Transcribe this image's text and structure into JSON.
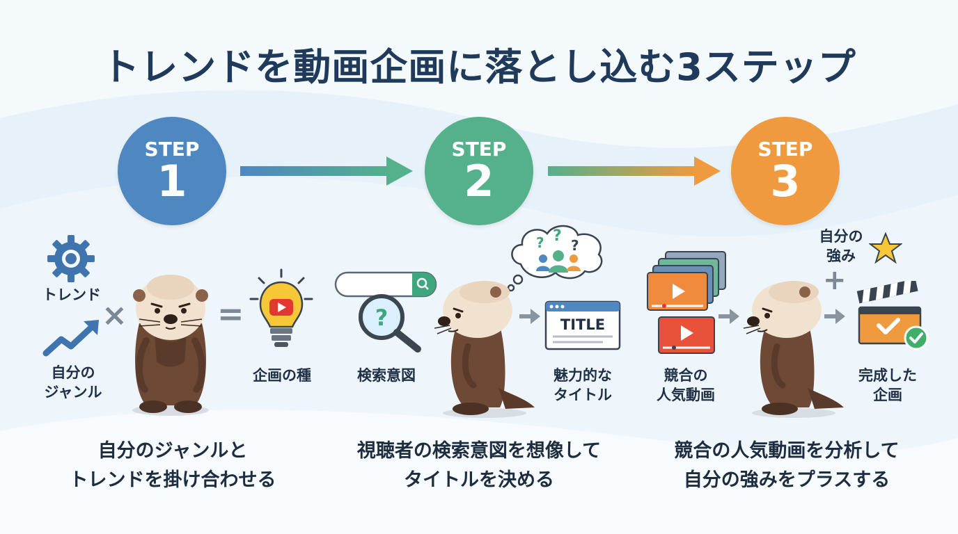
{
  "title": "トレンドを動画企画に落とし込む3ステップ",
  "steps": [
    {
      "word": "STEP",
      "number": "1",
      "color": "#4f87c1",
      "labels": {
        "trend": "トレンド",
        "genre_line1": "自分の",
        "genre_line2": "ジャンル",
        "seed": "企画の種"
      },
      "caption_line1": "自分のジャンルと",
      "caption_line2": "トレンドを掛け合わせる"
    },
    {
      "word": "STEP",
      "number": "2",
      "color": "#55b08c",
      "labels": {
        "search_intent": "検索意図",
        "title_card": "TITLE",
        "attractive_line1": "魅力的な",
        "attractive_line2": "タイトル"
      },
      "caption_line1": "視聴者の検索意図を想像して",
      "caption_line2": "タイトルを決める"
    },
    {
      "word": "STEP",
      "number": "3",
      "color": "#ef9a3e",
      "labels": {
        "competitor_line1": "競合の",
        "competitor_line2": "人気動画",
        "strength_line1": "自分の",
        "strength_line2": "強み",
        "done_line1": "完成した",
        "done_line2": "企画"
      },
      "caption_line1": "競合の人気動画を分析して",
      "caption_line2": "自分の強みをプラスする"
    }
  ],
  "icons": {
    "cross": "×",
    "equals": "=",
    "plus": "+"
  }
}
